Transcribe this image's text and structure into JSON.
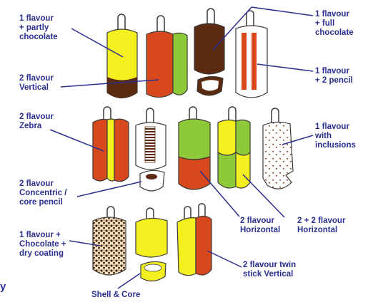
{
  "colors": {
    "label": "#2b2f8f",
    "leader": "#2b2f8f",
    "yellow": "#f4ef1e",
    "red": "#d7481c",
    "brown": "#5b2a10",
    "green": "#8ec93a",
    "white": "#ffffff",
    "outline": "#3a3a3a"
  },
  "labels": {
    "partly_choc": "1 flavour\n+ partly\nchocolate",
    "full_choc": "1 flavour\n+ full\nchocolate",
    "vertical": "2 flavour\nVertical",
    "two_pencil": "1 flavour\n+ 2 pencil",
    "zebra": "2 flavour\nZebra",
    "inclusions": "1 flavour\nwith\ninclusions",
    "concentric": "2 flavour\nConcentric /\ncore pencil",
    "horizontal": "2 flavour\nHorizontal",
    "two_two_horizontal": "2 + 2 flavour\nHorizontal",
    "dry_coating": "1 flavour +\nChocolate +\ndry coating",
    "twin_stick": "2 flavour twin\nstick Vertical",
    "shell_core": "Shell & Core"
  },
  "edge_fragment": "y"
}
